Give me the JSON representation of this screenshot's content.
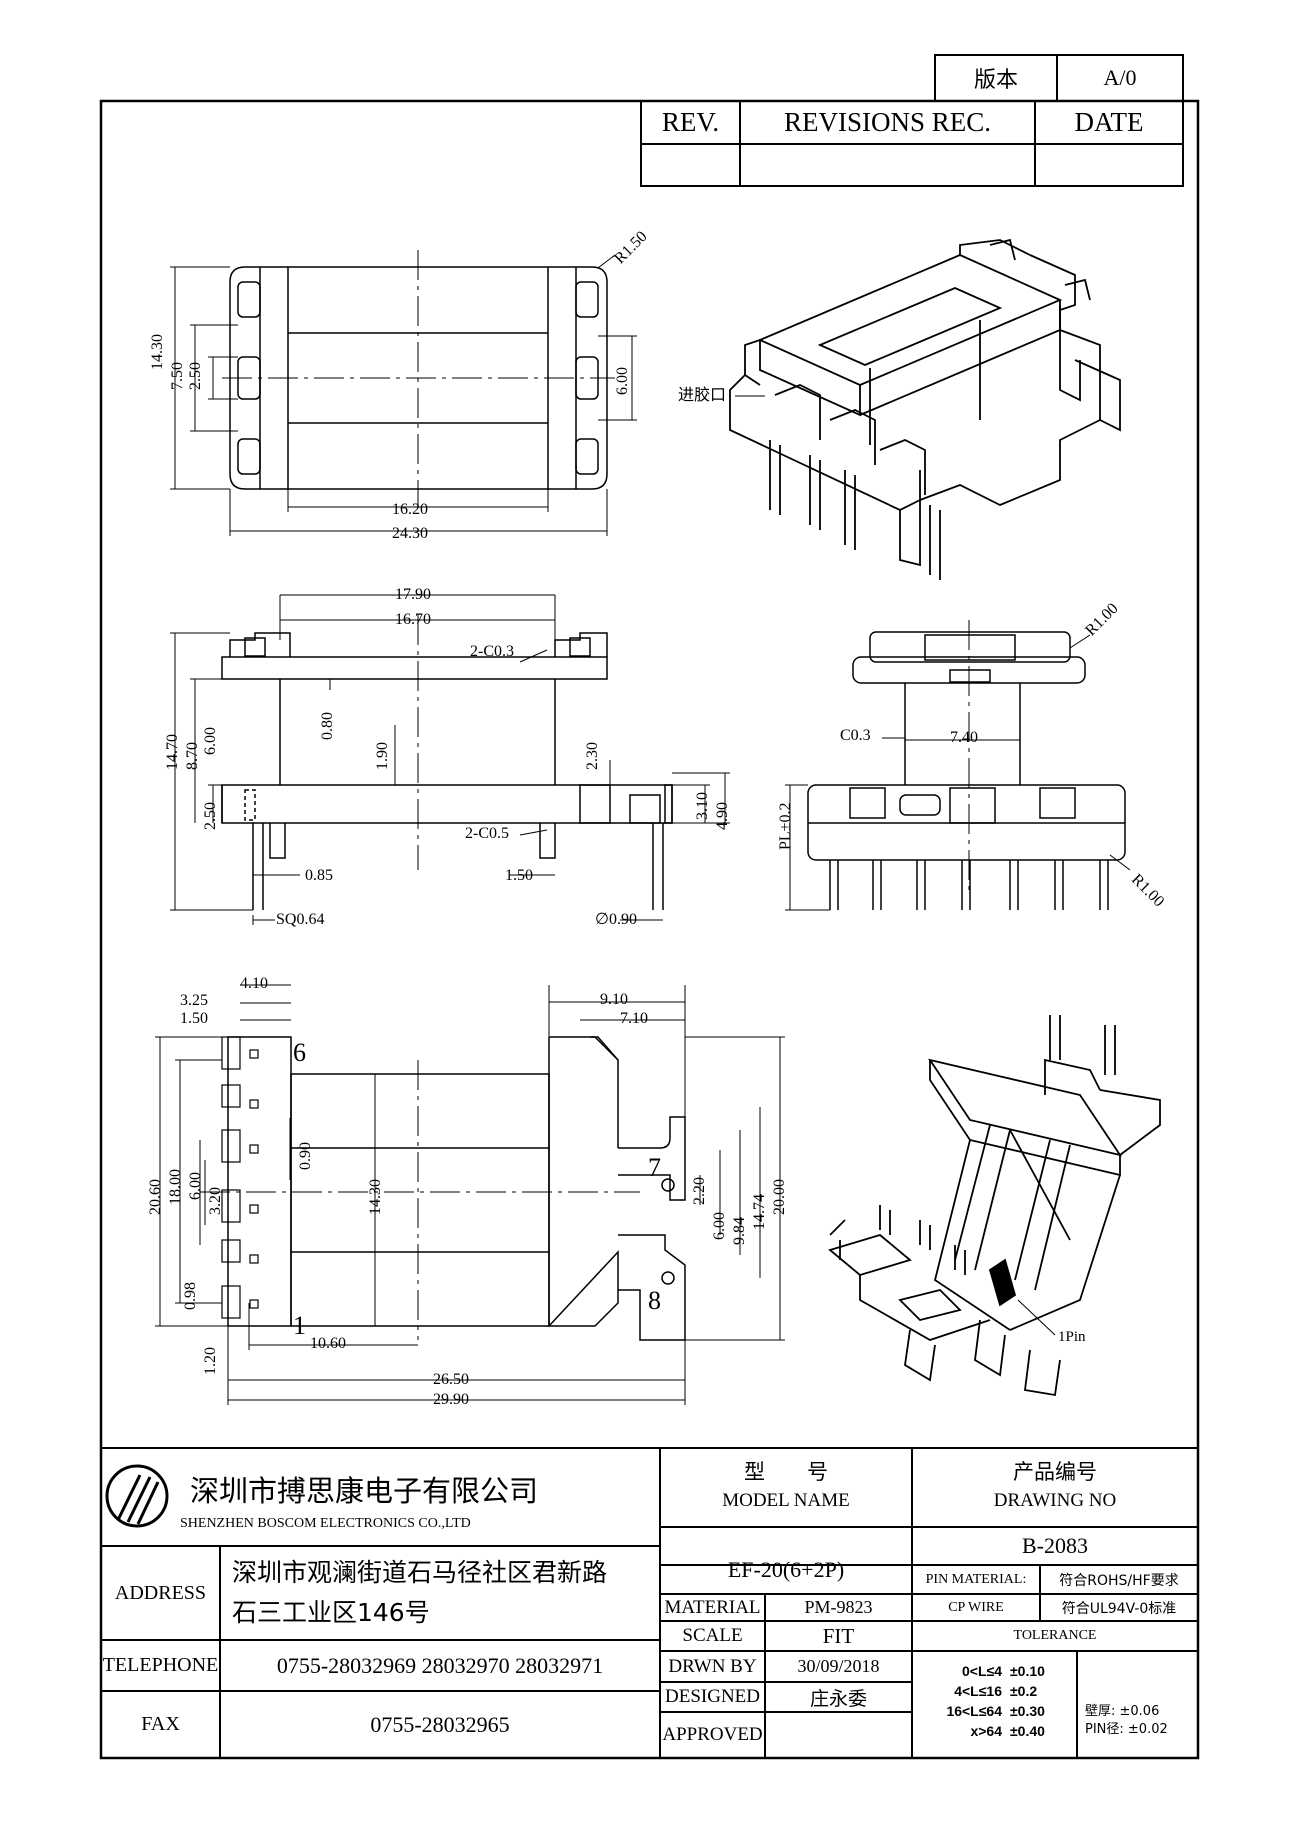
{
  "revision_box": {
    "version_label": "版本",
    "version_value": "A/0",
    "rev_header": "REV.",
    "revisions_header": "REVISIONS REC.",
    "date_header": "DATE"
  },
  "views": {
    "top": {
      "radius": "R1.50",
      "dims": [
        "14.30",
        "7.50",
        "2.50",
        "6.00",
        "16.20",
        "24.30"
      ]
    },
    "iso_top": {
      "gate_label": "进胶口"
    },
    "front": {
      "dims": [
        "17.90",
        "16.70",
        "2-C0.3",
        "14.70",
        "8.70",
        "6.00",
        "0.80",
        "1.90",
        "2.30",
        "3.10",
        "4.90",
        "2.50",
        "2-C0.5",
        "0.85",
        "1.50",
        "SQ0.64",
        "∅0.90"
      ]
    },
    "side": {
      "dims": [
        "R1.00",
        "C0.3",
        "7.40",
        "PL±0.2",
        "R1.00"
      ]
    },
    "bottom": {
      "dims": [
        "4.10",
        "3.25",
        "1.50",
        "9.10",
        "7.10",
        "20.60",
        "18.00",
        "6.00",
        "3.20",
        "0.90",
        "14.30",
        "0.98",
        "1.20",
        "10.60",
        "26.50",
        "29.90",
        "2.20",
        "6.00",
        "9.84",
        "14.74",
        "20.00"
      ],
      "pin_labels": [
        "6",
        "1",
        "7",
        "8"
      ]
    },
    "iso_bottom": {
      "pin_label": "1Pin"
    }
  },
  "title_block": {
    "company_cn": "深圳市搏思康电子有限公司",
    "company_en": "SHENZHEN BOSCOM ELECTRONICS CO.,LTD",
    "model_cn": "型　　号",
    "model_en": "MODEL NAME",
    "drawing_cn": "产品编号",
    "drawing_en": "DRAWING NO",
    "model_value": "EF-20(6+2P)",
    "drawing_value": "B-2083",
    "address_label": "ADDRESS",
    "address_line1": "深圳市观澜街道石马径社区君新路",
    "address_line2": "石三工业区146号",
    "telephone_label": "TELEPHONE",
    "telephone_value": "0755-28032969 28032970 28032971",
    "fax_label": "FAX",
    "fax_value": "0755-28032965",
    "material_label": "MATERIAL",
    "material_value": "PM-9823",
    "scale_label": "SCALE",
    "scale_value": "FIT",
    "drawn_label": "DRWN BY",
    "drawn_value": "30/09/2018",
    "designed_label": "DESIGNED",
    "designed_value": "庄永委",
    "approved_label": "APPROVED",
    "pin_material_label": "PIN MATERIAL:",
    "pin_material_value": "符合ROHS/HF要求",
    "cp_wire_label": "CP WIRE",
    "cp_wire_value": "符合UL94V-0标准",
    "tolerance_label": "TOLERANCE",
    "tolerance_rows": [
      {
        "range": "0<L≤4",
        "value": "±0.10"
      },
      {
        "range": "4<L≤16",
        "value": "±0.2"
      },
      {
        "range": "16<L≤64",
        "value": "±0.30"
      },
      {
        "range": "x>64",
        "value": "±0.40"
      }
    ],
    "wall_thickness": "壁厚: ±0.06",
    "pin_diameter": "PIN径: ±0.02"
  }
}
